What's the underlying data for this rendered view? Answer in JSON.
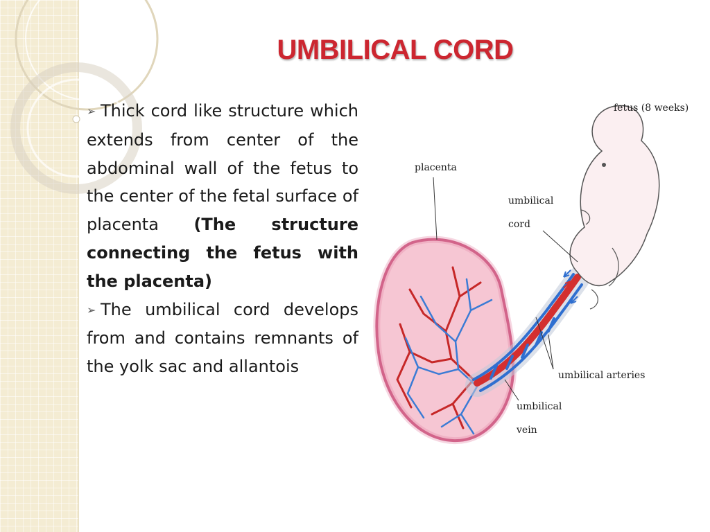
{
  "slide": {
    "title": "UMBILICAL CORD",
    "accent_color": "#cc2630",
    "bullet_icon": "arrow-bullet-icon",
    "paragraphs": [
      {
        "text": "Thick cord like structure which extends from center of the abdominal wall of the fetus to the center of the fetal surface of placenta",
        "bold_text": "(The structure connecting the fetus with the placenta)"
      },
      {
        "text": "The umbilical cord develops from and contains remnants of the yolk sac and allantois"
      }
    ]
  },
  "diagram": {
    "labels": {
      "fetus": "fetus (8 weeks)",
      "placenta": "placenta",
      "umbilical_cord_line1": "umbilical",
      "umbilical_cord_line2": "cord",
      "umbilical_arteries": "umbilical arteries",
      "umbilical_vein_line1": "umbilical",
      "umbilical_vein_line2": "vein"
    }
  }
}
